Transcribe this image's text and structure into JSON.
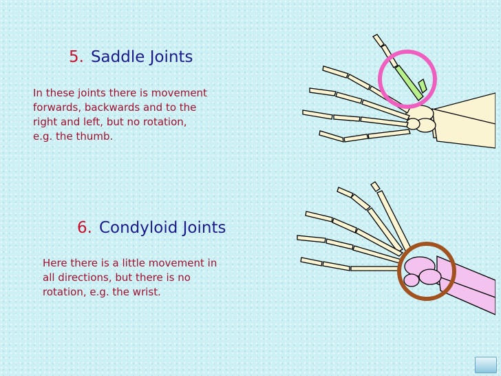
{
  "sections": [
    {
      "number": "5.",
      "title": "Saddle Joints",
      "description": "In these joints there is movement\nforwards, backwards and to the\nright and left, but no rotation,\ne.g. the thumb."
    },
    {
      "number": "6.",
      "title": "Condyloid Joints",
      "description": "Here there is a little movement in\nall directions, but there is no\nrotation, e.g. the wrist."
    }
  ],
  "colors": {
    "background": "#cdf0f4",
    "number": "#c8102e",
    "title": "#1a1a8c",
    "text": "#a0102e",
    "bone": "#fbf4d2",
    "saddle_highlight": "#b8f08c",
    "saddle_ring": "#ee5fbf",
    "condyloid_highlight": "#f4c2ee",
    "condyloid_ring": "#a2521e"
  },
  "icons": [
    "hand-skeleton-icon",
    "thumb-highlight-ring-icon",
    "wrist-highlight-ring-icon",
    "next-slide-icon"
  ]
}
